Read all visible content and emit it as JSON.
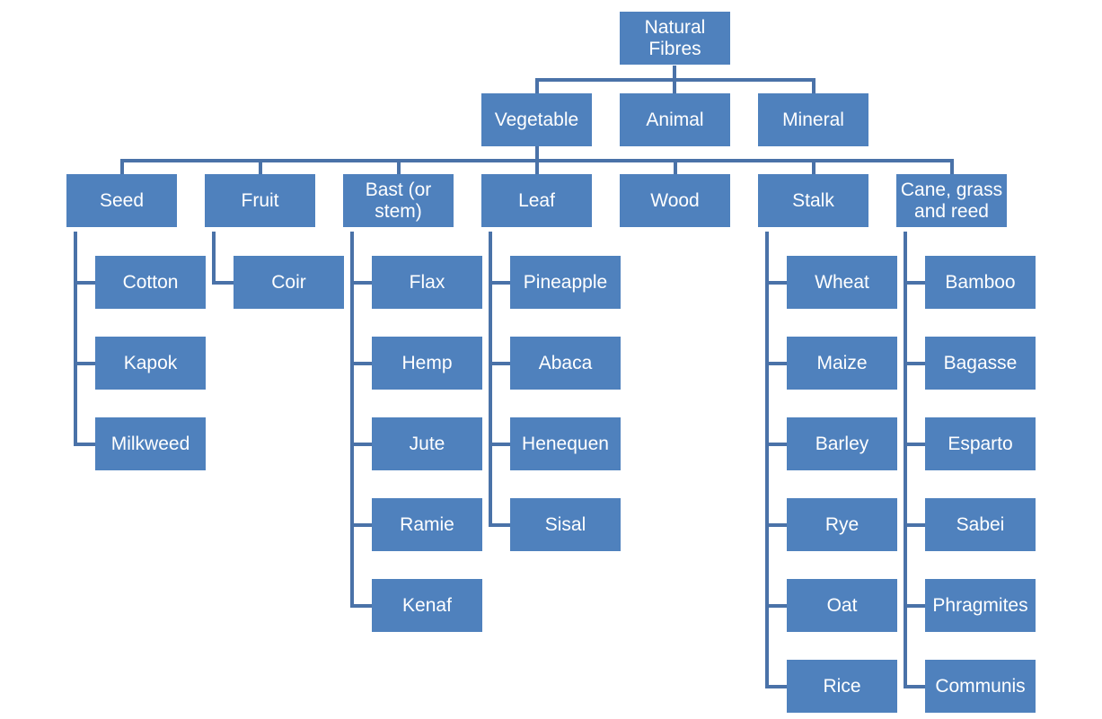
{
  "colors": {
    "box": "#4f81bd",
    "line": "#4a72a8",
    "text": "#ffffff"
  },
  "root": "Natural Fibres",
  "level2": [
    "Vegetable",
    "Animal",
    "Mineral"
  ],
  "vegetable_categories": [
    {
      "label": "Seed",
      "children": [
        "Cotton",
        "Kapok",
        "Milkweed"
      ]
    },
    {
      "label": "Fruit",
      "children": [
        "Coir"
      ]
    },
    {
      "label": "Bast (or stem)",
      "children": [
        "Flax",
        "Hemp",
        "Jute",
        "Ramie",
        "Kenaf"
      ]
    },
    {
      "label": "Leaf",
      "children": [
        "Pineapple",
        "Abaca",
        "Henequen",
        "Sisal"
      ]
    },
    {
      "label": "Wood",
      "children": []
    },
    {
      "label": "Stalk",
      "children": [
        "Wheat",
        "Maize",
        "Barley",
        "Rye",
        "Oat",
        "Rice"
      ]
    },
    {
      "label": "Cane, grass and reed",
      "children": [
        "Bamboo",
        "Bagasse",
        "Esparto",
        "Sabei",
        "Phragmites",
        "Communis"
      ]
    }
  ]
}
